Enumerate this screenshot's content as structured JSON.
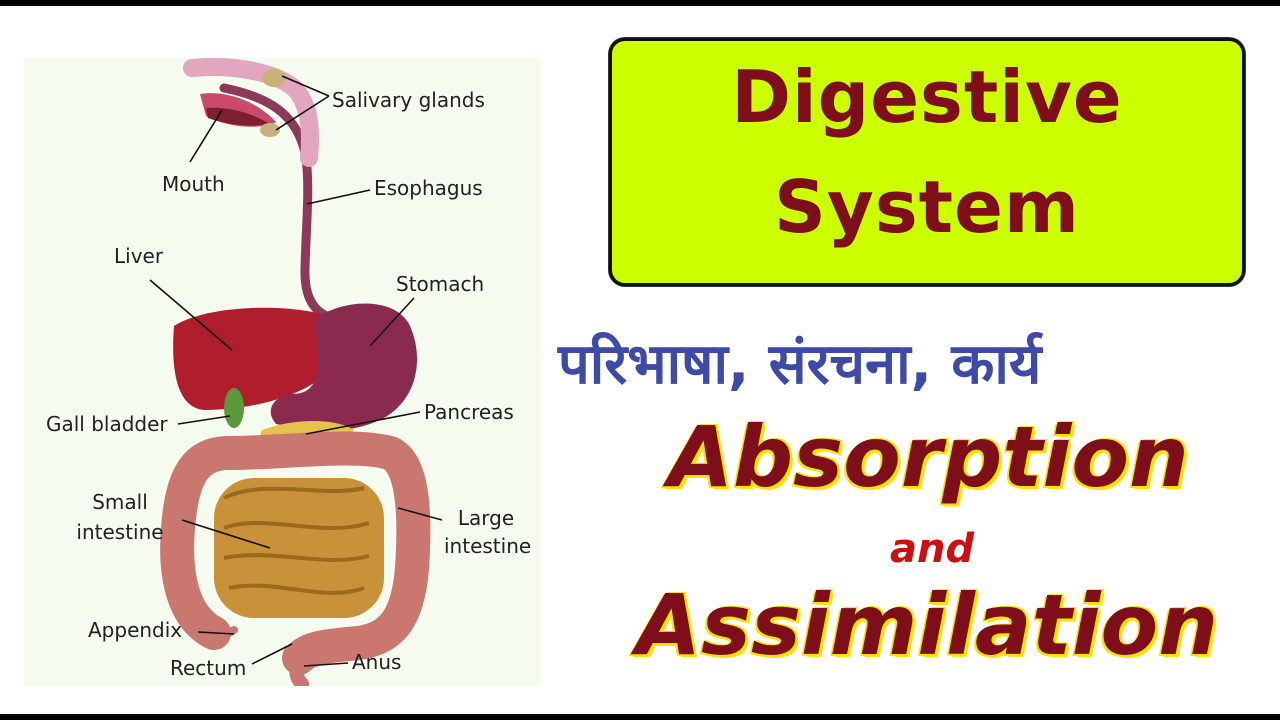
{
  "diagram": {
    "labels": {
      "salivary_glands": "Salivary glands",
      "mouth": "Mouth",
      "esophagus": "Esophagus",
      "liver": "Liver",
      "stomach": "Stomach",
      "gall_bladder": "Gall bladder",
      "pancreas": "Pancreas",
      "small_intestine_line1": "Small",
      "small_intestine_line2": "intestine",
      "large_intestine_line1": "Large",
      "large_intestine_line2": "intestine",
      "appendix": "Appendix",
      "rectum": "Rectum",
      "anus": "Anus"
    }
  },
  "title": {
    "line1": "Digestive",
    "line2": "System"
  },
  "subtitle_hindi": "परिभाषा, संरचना, कार्य",
  "topics": {
    "first": "Absorption",
    "joiner": "and",
    "second": "Assimilation"
  },
  "colors": {
    "title_box_bg": "#ccff00",
    "title_text": "#7d0e1a",
    "hindi_text": "#3f49a6",
    "topic_text": "#7d0e1a",
    "topic_highlight": "#f7e400",
    "and_text": "#cc1010",
    "liver": "#b01e2e",
    "stomach": "#8a2a4e",
    "small_intestine": "#c9923a",
    "large_intestine": "#c9776f"
  }
}
